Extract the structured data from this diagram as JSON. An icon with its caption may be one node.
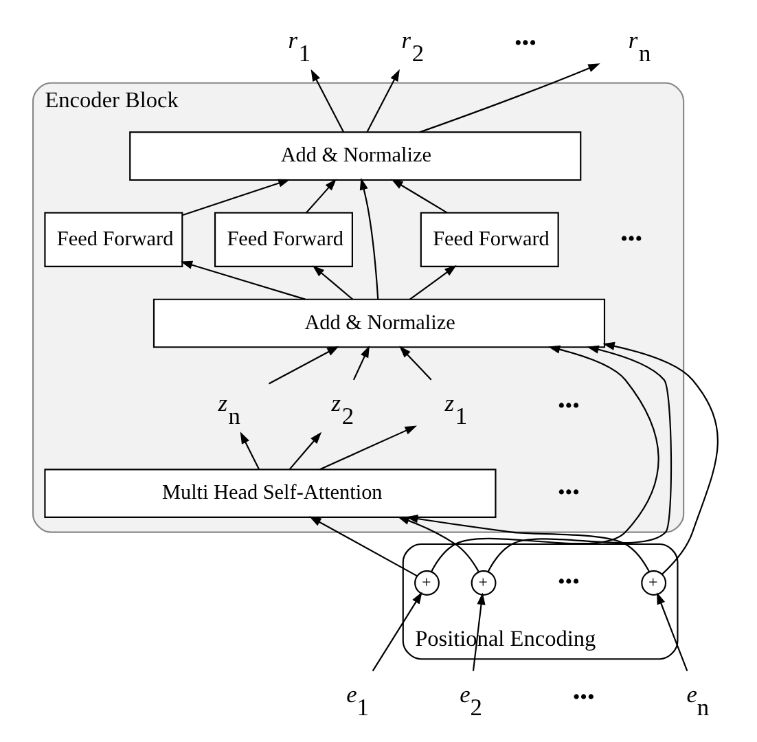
{
  "diagram": {
    "nodes": [
      {
        "text": [
          "*r*$_{1}$"
        ]
      },
      {
        "text": [
          "*r*$_{2}$"
        ]
      },
      {
        "text": [
          "*r*$_{n}$"
        ]
      },
      {
        "text": [
          "Encoder Block"
        ]
      },
      {
        "text": [
          "Add & Normalize"
        ],
        "in": 3
      },
      {
        "text": [
          "Feed Forward"
        ],
        "in": 3
      },
      {
        "text": [
          "Feed Forward"
        ],
        "in": 3
      },
      {
        "text": [
          "Feed Forward"
        ],
        "in": 3
      },
      {
        "text": [
          "Add & Normalize"
        ],
        "in": 3
      },
      {
        "text": [
          "*z*$_{1}$"
        ],
        "in": 3
      },
      {
        "text": [
          "*z*$_{2}$"
        ],
        "in": 3
      },
      {
        "text": [
          "*z*$_{n}$"
        ],
        "in": 3
      },
      {
        "text": [
          "Multi Head Self-Attention"
        ],
        "in": 3
      },
      {
        "text": [
          "Positional Encoding"
        ]
      },
      {
        "text": [
          "+"
        ],
        "in": 13
      },
      {
        "text": [
          "+"
        ],
        "in": 13
      },
      {
        "text": [
          "+"
        ],
        "in": 13
      },
      {
        "text": [
          "*e*$_{1}$"
        ]
      },
      {
        "text": [
          "*e*$_{2}$"
        ]
      },
      {
        "text": [
          "*e*$_{n}$"
        ]
      }
    ],
    "edges": [
      {
        "from": 17,
        "to": 14,
        "arrow": "to"
      },
      {
        "from": 18,
        "to": 15,
        "arrow": "to"
      },
      {
        "from": 19,
        "to": 16,
        "arrow": "to"
      },
      {
        "from": 14,
        "to": 12,
        "arrow": "to"
      },
      {
        "from": 15,
        "to": 12,
        "arrow": "to"
      },
      {
        "from": 16,
        "to": 12,
        "arrow": "to"
      },
      {
        "from": 14,
        "to": 8,
        "arrow": "to"
      },
      {
        "from": 15,
        "to": 8,
        "arrow": "to"
      },
      {
        "from": 16,
        "to": 8,
        "arrow": "to"
      },
      {
        "from": 12,
        "to": 9,
        "arrow": "to"
      },
      {
        "from": 12,
        "to": 10,
        "arrow": "to"
      },
      {
        "from": 12,
        "to": 11,
        "arrow": "to"
      },
      {
        "from": 9,
        "to": 8,
        "arrow": "to"
      },
      {
        "from": 10,
        "to": 8,
        "arrow": "to"
      },
      {
        "from": 11,
        "to": 8,
        "arrow": "to"
      },
      {
        "from": 8,
        "to": 5,
        "arrow": "to"
      },
      {
        "from": 8,
        "to": 6,
        "arrow": "to"
      },
      {
        "from": 8,
        "to": 7,
        "arrow": "to"
      },
      {
        "from": 8,
        "to": 4,
        "arrow": "to"
      },
      {
        "from": 5,
        "to": 4,
        "arrow": "to"
      },
      {
        "from": 6,
        "to": 4,
        "arrow": "to"
      },
      {
        "from": 7,
        "to": 4,
        "arrow": "to"
      },
      {
        "from": 4,
        "to": 0,
        "arrow": "to"
      },
      {
        "from": 4,
        "to": 1,
        "arrow": "to"
      },
      {
        "from": 4,
        "to": 2,
        "arrow": "to"
      }
    ],
    "labels": [
      "•••",
      "•••",
      "•••",
      "•••",
      "•••",
      "•••"
    ]
  }
}
